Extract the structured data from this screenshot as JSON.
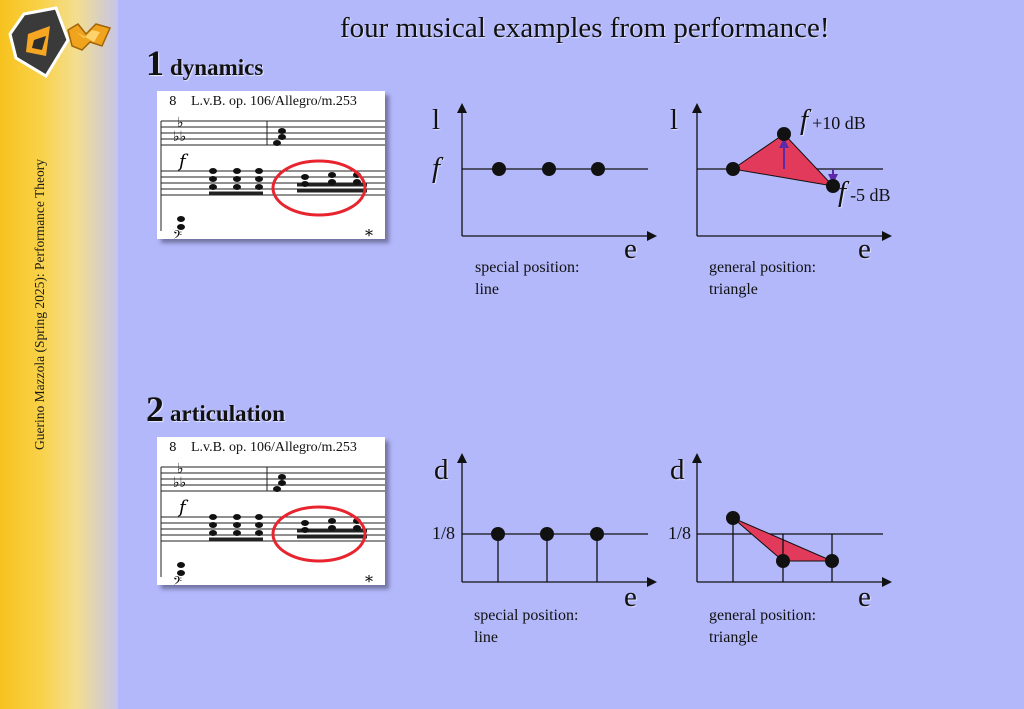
{
  "slide": {
    "title": "four musical examples from performance!",
    "vertical_text": "Guerino Mazzola (Spring 2025): Performance Theory"
  },
  "sections": [
    {
      "number": "1",
      "label": "dynamics"
    },
    {
      "number": "2",
      "label": "articulation"
    }
  ],
  "score": {
    "caption": "L.v.B. op. 106/Allegro/m.253",
    "dynamic_mark": "f",
    "asterisk": "*",
    "highlight_color": "#e8252f"
  },
  "plots": {
    "dyn_special": {
      "y_axis": "l",
      "x_axis": "e",
      "y_mark": "f",
      "caption": [
        "special position:",
        "line"
      ]
    },
    "dyn_general": {
      "y_axis": "l",
      "x_axis": "e",
      "up_mark": "f",
      "up_label": "+10 dB",
      "down_mark": "f",
      "down_label": "-5 dB",
      "caption": [
        "general position:",
        "triangle"
      ]
    },
    "art_special": {
      "y_axis": "d",
      "x_axis": "e",
      "y_tick": "1/8",
      "caption": [
        "special position:",
        "line"
      ]
    },
    "art_general": {
      "y_axis": "d",
      "x_axis": "e",
      "y_tick": "1/8",
      "caption": [
        "general position:",
        "triangle"
      ]
    }
  },
  "colors": {
    "background": "#b3b8fb",
    "triangle_fill": "#e23a5a",
    "arrow": "#5b2aa8"
  }
}
